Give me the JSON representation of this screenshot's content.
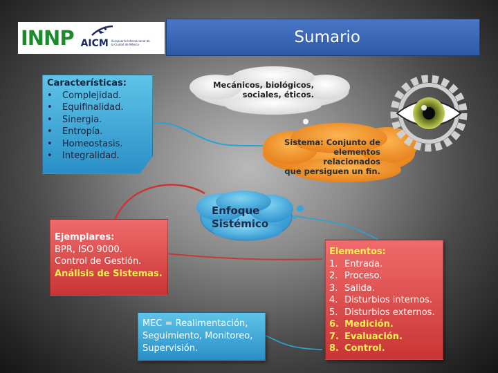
{
  "header": {
    "logo_left": "INNP",
    "logo_right": "AICM",
    "logo_right_sub": "Aeropuerto Internacional de la Ciudad de México",
    "title": "Sumario"
  },
  "caracteristicas": {
    "title": "Características:",
    "bullet": "•",
    "items": [
      "Complejidad.",
      "Equifinalidad.",
      "Sinergia.",
      "Entropía.",
      "Homeostasis.",
      "Integralidad."
    ]
  },
  "cloud_top": {
    "lines": [
      "Mecánicos, biológicos,",
      "sociales, éticos."
    ]
  },
  "cloud_sistema": {
    "lines": [
      "Sistema: Conjunto de",
      "elementos relacionados",
      "que persiguen un fin."
    ]
  },
  "cloud_enfoque": {
    "lines": [
      "Enfoque",
      "Sistémico"
    ]
  },
  "ejemplares": {
    "title": "Ejemplares:",
    "lines": [
      "BPR, ISO 9000.",
      "Control de Gestión."
    ],
    "highlight": "Análisis de Sistemas."
  },
  "elementos": {
    "title": "Elementos:",
    "items": [
      {
        "num": "1.",
        "text": "Entrada."
      },
      {
        "num": "2.",
        "text": "Proceso."
      },
      {
        "num": "3.",
        "text": "Salida."
      },
      {
        "num": "4.",
        "text": "Disturbios internos."
      },
      {
        "num": "5.",
        "text": "Disturbios externos."
      },
      {
        "num": "6.",
        "text": "Medición."
      },
      {
        "num": "7.",
        "text": "Evaluación."
      },
      {
        "num": "8.",
        "text": "Control."
      }
    ]
  },
  "mec": {
    "lines": [
      "MEC = Realimentación,",
      "Seguimiento, Monitoreo,",
      "Supervisión."
    ]
  },
  "colors": {
    "blue_box": "#3aa6d8",
    "red_box": "#d94545",
    "orange_cloud": "#f49a2e",
    "grey_cloud": "#f4f4f4",
    "title_bar": "#3b67b8",
    "highlight": "#f7f055",
    "logo_green": "#1e8a2e"
  },
  "icons": {
    "eye": "eye-gear-icon",
    "airplane": "airplane-icon"
  }
}
